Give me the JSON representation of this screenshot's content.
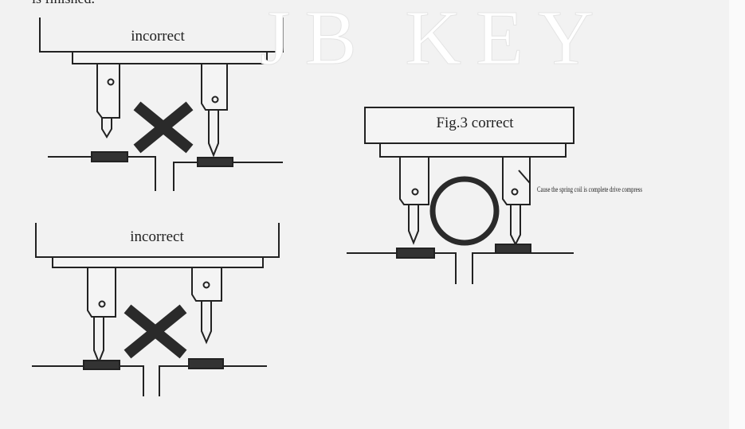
{
  "header_text": "is finished.",
  "panels": [
    {
      "label": "incorrect",
      "status": "incorrect",
      "mark": "cross"
    },
    {
      "label": "incorrect",
      "status": "incorrect",
      "mark": "cross"
    },
    {
      "label": "Fig.3 correct",
      "status": "correct",
      "mark": "spring-coil",
      "annotation": "Cause the spring coil is complete drive compress"
    }
  ],
  "watermark": "JB KEY",
  "colors": {
    "ink": "#222222",
    "background": "#f2f2f2",
    "watermark": "#ffffff"
  }
}
